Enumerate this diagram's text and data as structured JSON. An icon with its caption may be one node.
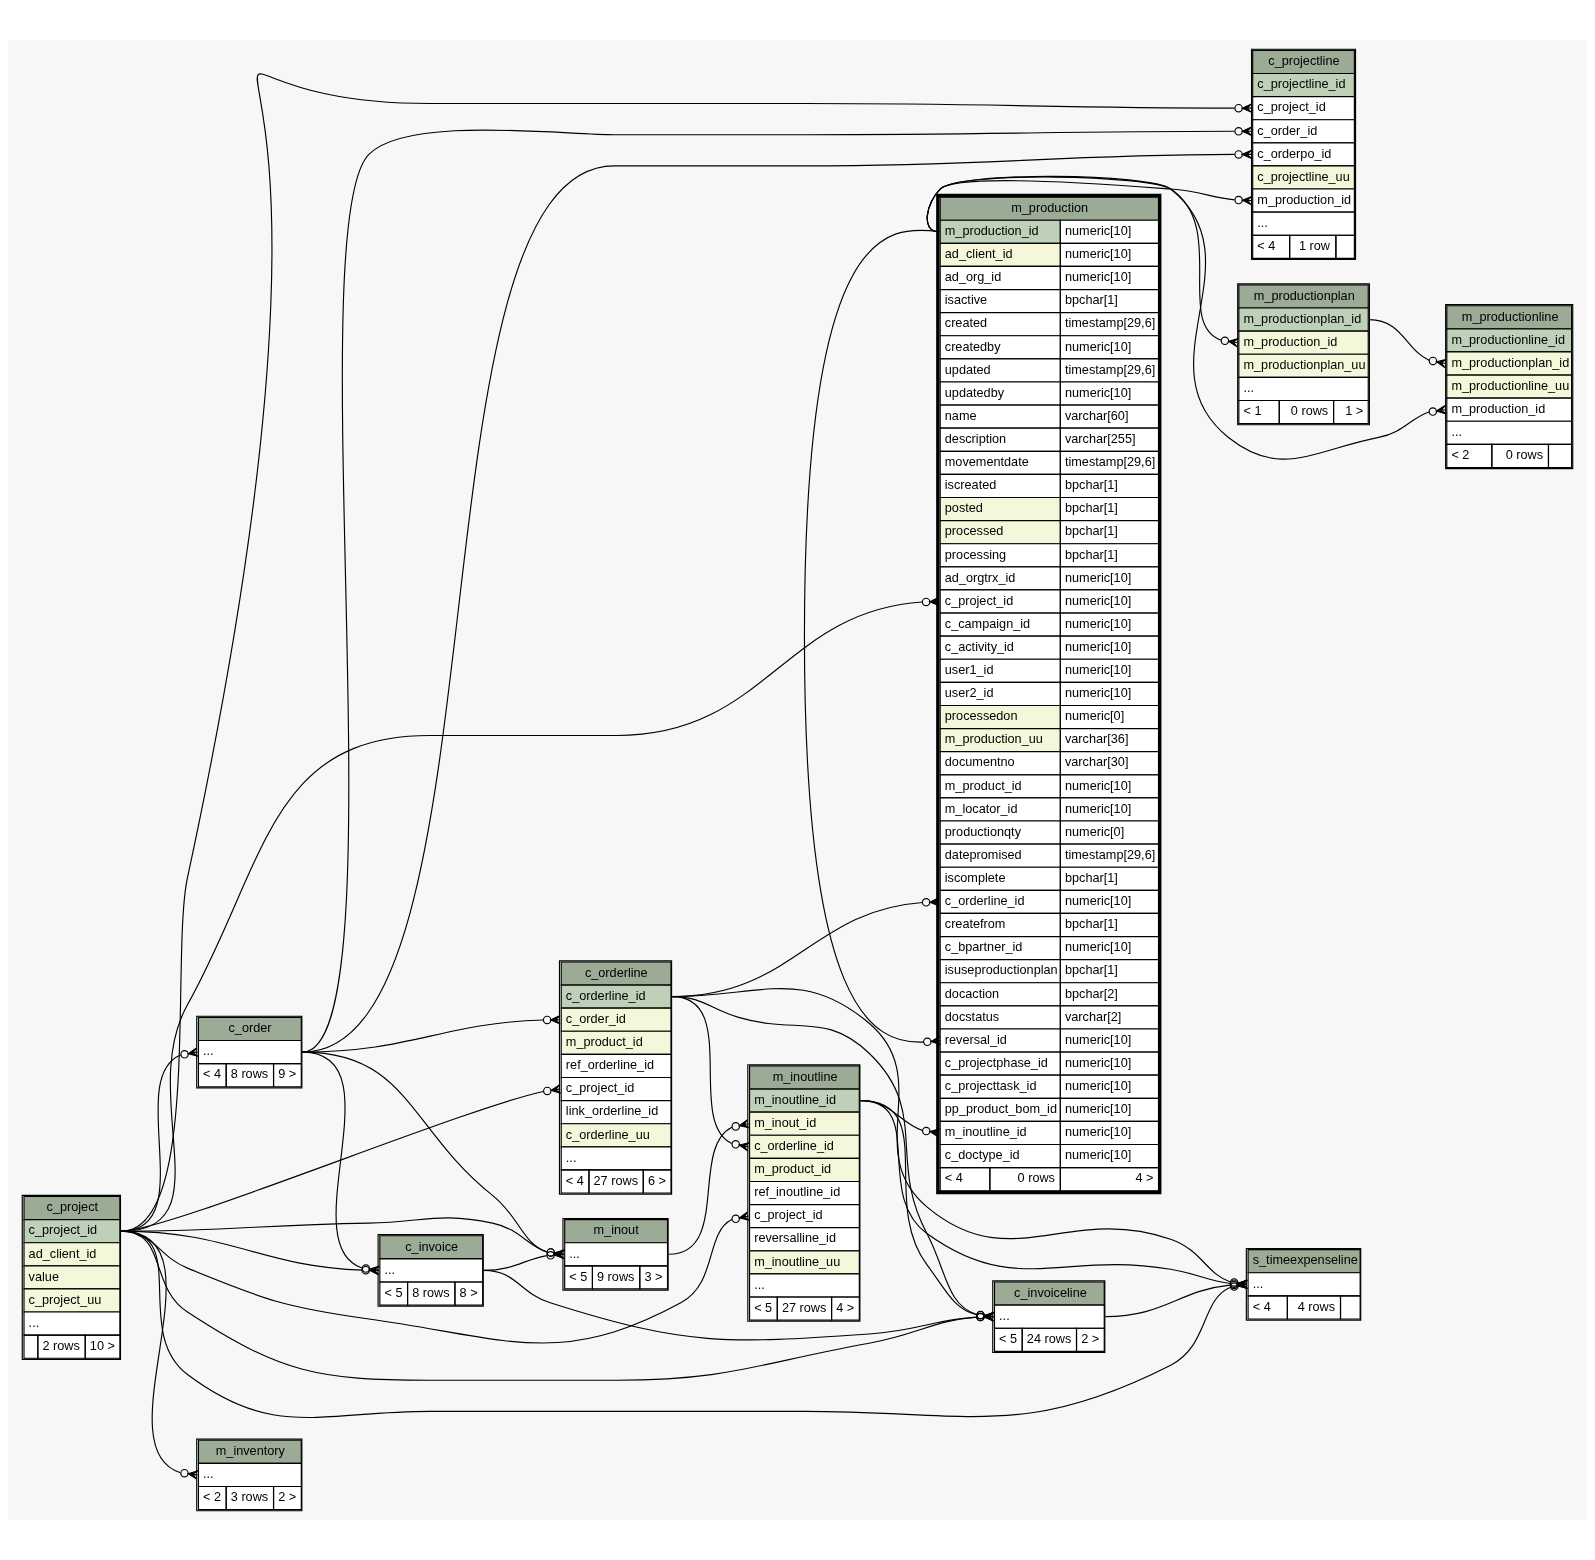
{
  "diagram": {
    "nodes": [
      {
        "text": [
          "c_projectline",
          "c_projectline_id",
          "c_project_id",
          "c_order_id",
          "c_orderpo_id",
          "c_projectline_uu",
          "m_production_id",
          "...",
          "< 4",
          "1 row"
        ]
      },
      {
        "text": [
          "m_production",
          "m_production_id",
          "numeric[10]",
          "ad_client_id",
          "numeric[10]",
          "ad_org_id",
          "numeric[10]",
          "isactive",
          "bpchar[1]",
          "created",
          "timestamp[29,6]",
          "createdby",
          "numeric[10]",
          "updated",
          "timestamp[29,6]",
          "updatedby",
          "numeric[10]",
          "name",
          "varchar[60]",
          "description",
          "varchar[255]",
          "movementdate",
          "timestamp[29,6]",
          "iscreated",
          "bpchar[1]",
          "posted",
          "bpchar[1]",
          "processed",
          "bpchar[1]",
          "processing",
          "bpchar[1]",
          "ad_orgtrx_id",
          "numeric[10]",
          "c_project_id",
          "numeric[10]",
          "c_campaign_id",
          "numeric[10]",
          "c_activity_id",
          "numeric[10]",
          "user1_id",
          "numeric[10]",
          "user2_id",
          "numeric[10]",
          "processedon",
          "numeric[0]",
          "m_production_uu",
          "varchar[36]",
          "documentno",
          "varchar[30]",
          "m_product_id",
          "numeric[10]",
          "m_locator_id",
          "numeric[10]",
          "productionqty",
          "numeric[0]",
          "datepromised",
          "timestamp[29,6]",
          "iscomplete",
          "bpchar[1]",
          "c_orderline_id",
          "numeric[10]",
          "createfrom",
          "bpchar[1]",
          "c_bpartner_id",
          "numeric[10]",
          "isuseproductionplan",
          "bpchar[1]",
          "docaction",
          "bpchar[2]",
          "docstatus",
          "varchar[2]",
          "reversal_id",
          "numeric[10]",
          "c_projectphase_id",
          "numeric[10]",
          "c_projecttask_id",
          "numeric[10]",
          "pp_product_bom_id",
          "numeric[10]",
          "m_inoutline_id",
          "numeric[10]",
          "c_doctype_id",
          "numeric[10]",
          "< 4",
          "0 rows",
          "4 >"
        ]
      },
      {
        "text": [
          "m_productionplan",
          "m_productionplan_id",
          "m_production_id",
          "m_productionplan_uu",
          "...",
          "< 1",
          "0 rows",
          "1 >"
        ]
      },
      {
        "text": [
          "m_productionline",
          "m_productionline_id",
          "m_productionplan_id",
          "m_productionline_uu",
          "m_production_id",
          "...",
          "< 2",
          "0 rows"
        ]
      },
      {
        "text": [
          "c_order",
          "...",
          "< 4",
          "8 rows",
          "9 >"
        ]
      },
      {
        "text": [
          "m_inout",
          "...",
          "< 5",
          "9 rows",
          "3 >"
        ]
      },
      {
        "text": [
          "c_orderline",
          "c_orderline_id",
          "c_order_id",
          "m_product_id",
          "ref_orderline_id",
          "c_project_id",
          "link_orderline_id",
          "c_orderline_uu",
          "...",
          "< 4",
          "27 rows",
          "6 >"
        ]
      },
      {
        "text": [
          "c_invoice",
          "...",
          "< 5",
          "8 rows",
          "8 >"
        ]
      },
      {
        "text": [
          "m_inoutline",
          "m_inoutline_id",
          "m_inout_id",
          "c_orderline_id",
          "m_product_id",
          "ref_inoutline_id",
          "c_project_id",
          "reversalline_id",
          "m_inoutline_uu",
          "...",
          "< 5",
          "27 rows",
          "4 >"
        ]
      },
      {
        "text": [
          "c_project",
          "c_project_id",
          "ad_client_id",
          "value",
          "c_project_uu",
          "...",
          "2 rows",
          "10 >"
        ]
      },
      {
        "text": [
          "c_invoiceline",
          "...",
          "< 5",
          "24 rows",
          "2 >"
        ]
      },
      {
        "text": [
          "s_timeexpenseline",
          "...",
          "< 4",
          "4 rows"
        ]
      },
      {
        "text": [
          "m_inventory",
          "...",
          "< 2",
          "3 rows",
          "2 >"
        ]
      }
    ],
    "edges": [
      {
        "from": 0,
        "to": 9,
        "arrow": "other"
      },
      {
        "from": 0,
        "to": 4,
        "arrow": "other"
      },
      {
        "from": 0,
        "to": 4,
        "arrow": "other"
      },
      {
        "from": 0,
        "to": 1,
        "arrow": "other"
      },
      {
        "from": 1,
        "to": 9,
        "arrow": "other"
      },
      {
        "from": 1,
        "to": 6,
        "arrow": "other"
      },
      {
        "from": 1,
        "to": 1,
        "arrow": "other"
      },
      {
        "from": 1,
        "to": 8,
        "arrow": "other"
      },
      {
        "from": 2,
        "to": 1,
        "arrow": "other"
      },
      {
        "from": 3,
        "to": 2,
        "arrow": "other"
      },
      {
        "from": 3,
        "to": 1,
        "arrow": "other"
      },
      {
        "from": 4,
        "to": 9,
        "arrow": "other"
      },
      {
        "from": 5,
        "to": 4,
        "arrow": "other"
      },
      {
        "from": 5,
        "to": 9,
        "arrow": "other"
      },
      {
        "from": 5,
        "to": 7,
        "arrow": "other"
      },
      {
        "from": 6,
        "to": 4,
        "arrow": "other"
      },
      {
        "from": 6,
        "to": 9,
        "arrow": "other"
      },
      {
        "from": 7,
        "to": 4,
        "arrow": "other"
      },
      {
        "from": 7,
        "to": 9,
        "arrow": "other"
      },
      {
        "from": 8,
        "to": 5,
        "arrow": "other"
      },
      {
        "from": 8,
        "to": 6,
        "arrow": "other"
      },
      {
        "from": 8,
        "to": 9,
        "arrow": "other"
      },
      {
        "from": 10,
        "to": 7,
        "arrow": "other"
      },
      {
        "from": 10,
        "to": 6,
        "arrow": "other"
      },
      {
        "from": 10,
        "to": 8,
        "arrow": "other"
      },
      {
        "from": 10,
        "to": 9,
        "arrow": "other"
      },
      {
        "from": 11,
        "to": 10,
        "arrow": "other"
      },
      {
        "from": 11,
        "to": 8,
        "arrow": "other"
      },
      {
        "from": 11,
        "to": 9,
        "arrow": "other"
      },
      {
        "from": 11,
        "to": 6,
        "arrow": "other"
      },
      {
        "from": 12,
        "to": 9,
        "arrow": "other"
      }
    ]
  }
}
